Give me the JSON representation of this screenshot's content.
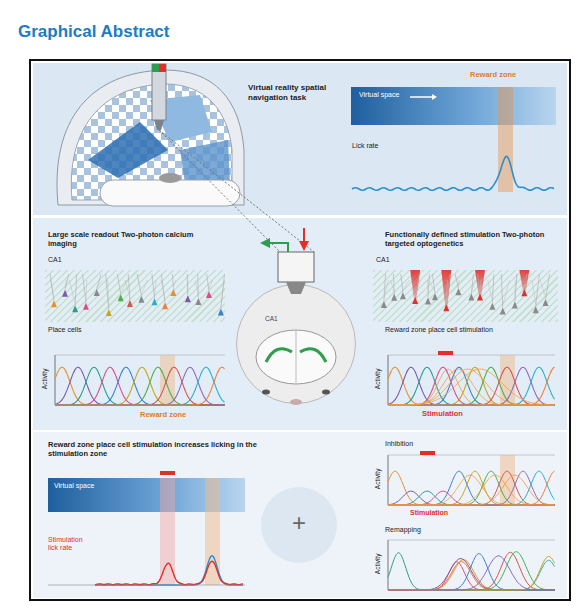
{
  "diagram": {
    "title": "Graphical Abstract",
    "nodes": [
      {
        "text": [
          "Virtual reality spatial navigation task"
        ]
      },
      {
        "text": [
          "Virtual space"
        ],
        "in": 0
      },
      {
        "text": [
          "Large scale readout Two-photon calcium imaging",
          "Functionally defined stimulation Two-photon targeted optogenetics"
        ]
      },
      {
        "text": [
          "CA1"
        ],
        "in": 2
      },
      {
        "text": [
          "CA1"
        ],
        "in": 2
      },
      {
        "text": [
          "CA1"
        ],
        "in": 2
      },
      {
        "text": [
          "Reward zone place cell stimulation increases licking in the stimulation zone"
        ]
      },
      {
        "text": [
          "Virtual space"
        ],
        "in": 6
      },
      {
        "text": [
          "+"
        ],
        "in": 6
      }
    ],
    "labels": [
      "Reward zone",
      "Lick rate",
      "Place cells",
      "Activity",
      "Reward zone",
      "Reward zone place cell stimulation",
      "Activity",
      "Stimulation",
      "Stimulation lick rate",
      "Inhibition",
      "Activity",
      "Stimulation",
      "Remapping",
      "Activity"
    ]
  }
}
